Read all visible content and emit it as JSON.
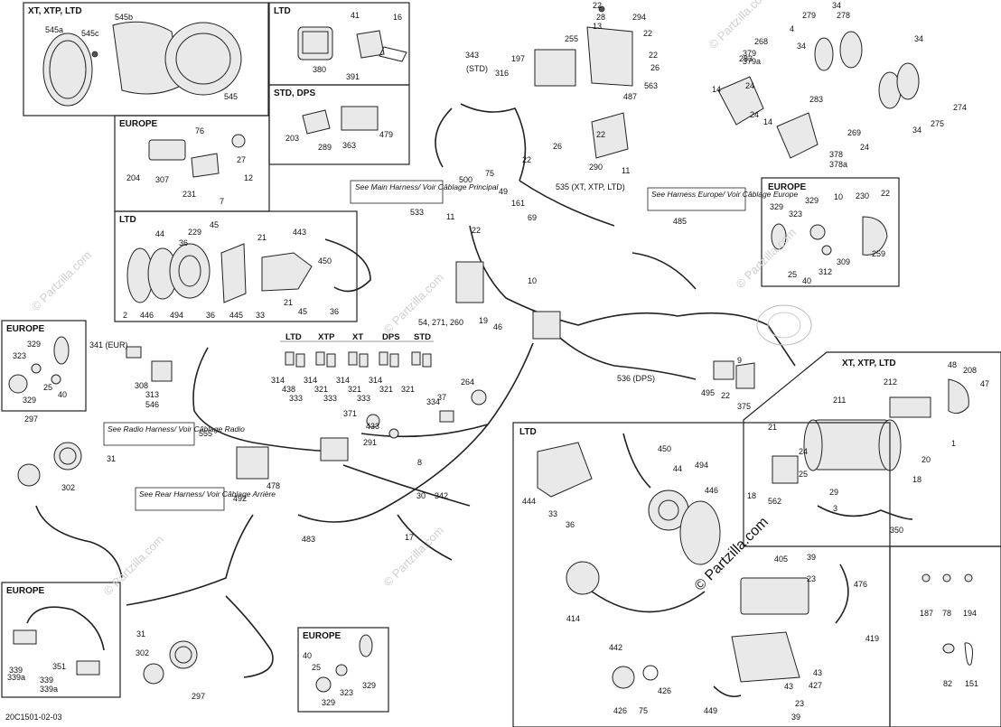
{
  "diagram_code": "20C1501-02-03",
  "watermark": "© Partzilla.com",
  "boxes": {
    "xt_xtp_ltd_top": {
      "title": "XT, XTP, LTD",
      "labels": [
        "545a",
        "545b",
        "545c",
        "545"
      ]
    },
    "ltd_top": {
      "title": "LTD",
      "labels": [
        "41",
        "16",
        "380",
        "391"
      ]
    },
    "std_dps": {
      "title": "STD, DPS",
      "labels": [
        "203",
        "289",
        "363",
        "479"
      ]
    },
    "europe_1": {
      "title": "EUROPE",
      "labels": [
        "76",
        "204",
        "307",
        "231",
        "27",
        "12",
        "7"
      ]
    },
    "ltd_mid": {
      "title": "LTD",
      "labels": [
        "229",
        "45",
        "21",
        "443",
        "44",
        "36",
        "450",
        "2",
        "446",
        "494",
        "36",
        "445",
        "33",
        "21",
        "45",
        "36"
      ]
    },
    "europe_left": {
      "title": "EUROPE",
      "labels": [
        "329",
        "323",
        "329",
        "25",
        "40"
      ]
    },
    "europe_right": {
      "title": "EUROPE",
      "labels": [
        "10",
        "230",
        "22",
        "329",
        "323",
        "329",
        "25",
        "312",
        "40",
        "309",
        "259"
      ]
    },
    "xt_xtp_ltd_winch": {
      "title": "XT, XTP, LTD",
      "labels": [
        "212",
        "48",
        "208",
        "211",
        "47",
        "21",
        "24",
        "1",
        "20",
        "25",
        "18",
        "18",
        "562",
        "29",
        "3",
        "350"
      ]
    },
    "ltd_lower": {
      "title": "LTD",
      "labels": [
        "450",
        "444",
        "44",
        "494",
        "446",
        "33",
        "36",
        "414",
        "405",
        "39",
        "23",
        "476",
        "419",
        "442",
        "43",
        "427",
        "426",
        "426",
        "43",
        "23",
        "449",
        "39",
        "75"
      ]
    },
    "misc_parts": {
      "labels": [
        "187",
        "78",
        "194",
        "82",
        "151"
      ]
    },
    "europe_bottom_left": {
      "title": "EUROPE",
      "labels": [
        "339",
        "339a",
        "351",
        "339",
        "339a"
      ]
    },
    "europe_bottom_mid": {
      "title": "EUROPE",
      "labels": [
        "40",
        "25",
        "329",
        "323",
        "329"
      ]
    }
  },
  "notes": {
    "main_harness": "See Main Harness/ Voir Câblage Principal",
    "harness_europe": "See Harness Europe/ Voir Câblage Europe",
    "radio_harness": "See Radio Harness/ Voir Câblage Radio",
    "rear_harness": "See Rear Harness/ Voir Câblage Arrière"
  },
  "trim_columns": [
    "LTD",
    "XTP",
    "XT",
    "DPS",
    "STD"
  ],
  "trim_refs": {
    "ltd": [
      "314",
      "438",
      "333"
    ],
    "xtp": [
      "314",
      "321",
      "333"
    ],
    "xt": [
      "314",
      "321",
      "333"
    ],
    "dps": [
      "314",
      "321"
    ],
    "std": [
      "321"
    ]
  },
  "callouts": [
    "22",
    "28",
    "13",
    "294",
    "255",
    "197",
    "22",
    "343",
    "(STD)",
    "316",
    "487",
    "563",
    "26",
    "22",
    "26",
    "22",
    "290",
    "11",
    "22",
    "279",
    "278",
    "34",
    "268",
    "4",
    "379",
    "379a",
    "283",
    "34",
    "34",
    "24",
    "14",
    "24",
    "283",
    "274",
    "14",
    "275",
    "34",
    "269",
    "24",
    "378",
    "378a",
    "500",
    "75",
    "49",
    "161",
    "69",
    "11",
    "533",
    "22",
    "535 (XT, XTP, LTD)",
    "485",
    "10",
    "19",
    "46",
    "54, 271, 260",
    "264",
    "536 (DPS)",
    "495",
    "22",
    "9",
    "375",
    "341 (EUR)",
    "308",
    "313",
    "546",
    "334",
    "37",
    "371",
    "433",
    "291",
    "555",
    "297",
    "31",
    "302",
    "478",
    "8",
    "30",
    "342",
    "17",
    "483",
    "492",
    "31",
    "302",
    "297"
  ]
}
